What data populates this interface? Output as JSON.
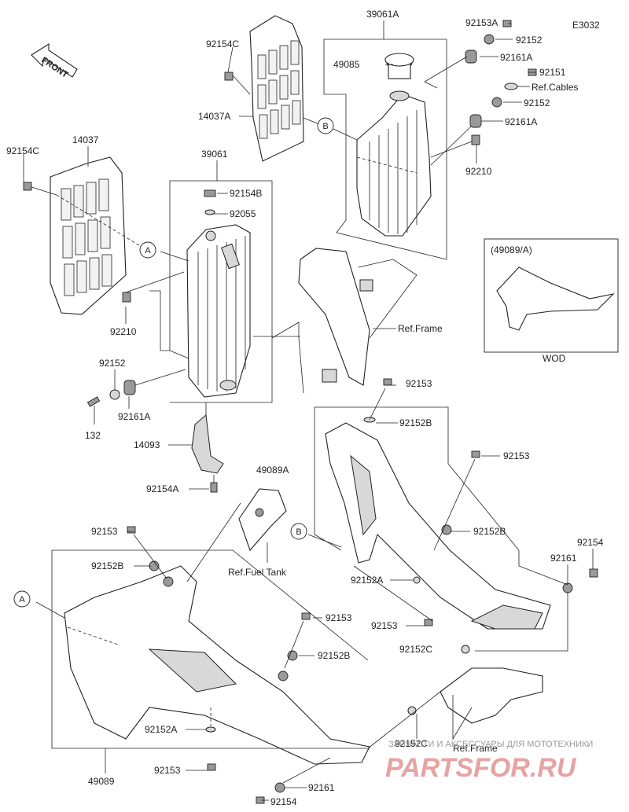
{
  "diagram_code": "E3032",
  "front_label": "FRONT",
  "labels": {
    "l39061A": "39061A",
    "l92153A": "92153A",
    "l92152_top": "92152",
    "l49085": "49085",
    "l92161A_top": "92161A",
    "l92151": "92151",
    "l_ref_cables": "Ref.Cables",
    "l92152_mid": "92152",
    "l92161A_mid": "92161A",
    "l92210_right": "92210",
    "l92154C_top": "92154C",
    "l14037A": "14037A",
    "l14037": "14037",
    "l92154C_left": "92154C",
    "l39061": "39061",
    "l92154B": "92154B",
    "l92055": "92055",
    "l92210_left": "92210",
    "l92152_left": "92152",
    "l92161A_left": "92161A",
    "l132": "132",
    "l14093": "14093",
    "l92154A": "92154A",
    "l_ref_frame_1": "Ref.Frame",
    "l92153_a": "92153",
    "l92152B_a": "92152B",
    "l49089A": "49089A",
    "l92153_b": "92153",
    "l92152B_b": "92152B",
    "l92154_r": "92154",
    "l92161_r": "92161",
    "l92152A_mid": "92152A",
    "l92153_c": "92153",
    "l92152C_r": "92152C",
    "l_ref_fuel_tank": "Ref.Fuel Tank",
    "l92153_left": "92153",
    "l92152B_left": "92152B",
    "l92153_d": "92153",
    "l92152B_d": "92152B",
    "l92152A_low": "92152A",
    "l92153_low": "92153",
    "l49089": "49089",
    "l92152C_low": "92152C",
    "l_ref_frame_2": "Ref.Frame",
    "l92161_low": "92161",
    "l92154_low": "92154",
    "wod_header": "(49089/A)",
    "wod_footer": "WOD"
  },
  "callouts": {
    "a1": "A",
    "a2": "A",
    "b1": "B",
    "b2": "B"
  },
  "watermark": {
    "tagline": "ЗАПЧАСТИ И АКСЕССУАРЫ ДЛЯ МОТОТЕХНИКИ",
    "brand": "PARTSFOR.RU"
  }
}
